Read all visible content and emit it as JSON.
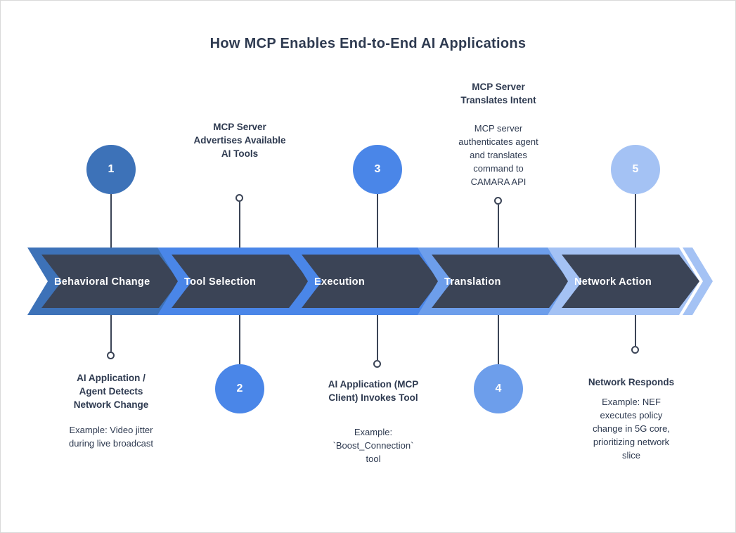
{
  "title": "How MCP Enables End-to-End AI Applications",
  "colors": {
    "arrow": "#3b4456",
    "arrow_text": "#ffffff",
    "text": "#2e3a50",
    "connector": "#3b4456",
    "background": "#ffffff"
  },
  "steps": [
    {
      "number": "1",
      "label": "Behavioral Change",
      "color": "#3d72b8",
      "annotation_position": "below",
      "heading": "AI Application /\nAgent Detects\nNetwork Change",
      "body": "Example: Video jitter\nduring live broadcast"
    },
    {
      "number": "2",
      "label": "Tool Selection",
      "color": "#4a86e8",
      "annotation_position": "above",
      "heading": "MCP Server\nAdvertises Available\nAI Tools",
      "body": ""
    },
    {
      "number": "3",
      "label": "Execution",
      "color": "#4a86e8",
      "annotation_position": "below",
      "heading": "AI Application (MCP\nClient) Invokes Tool",
      "body": "Example:\n`Boost_Connection`\ntool"
    },
    {
      "number": "4",
      "label": "Translation",
      "color": "#6d9eeb",
      "annotation_position": "above",
      "heading": "MCP Server\nTranslates Intent",
      "body": "MCP server\nauthenticates agent\nand translates\ncommand to\nCAMARA API"
    },
    {
      "number": "5",
      "label": "Network Action",
      "color": "#a4c2f4",
      "annotation_position": "below",
      "heading": "Network Responds",
      "body": "Example: NEF\nexecutes policy\nchange in 5G core,\nprioritizing network\nslice"
    }
  ]
}
